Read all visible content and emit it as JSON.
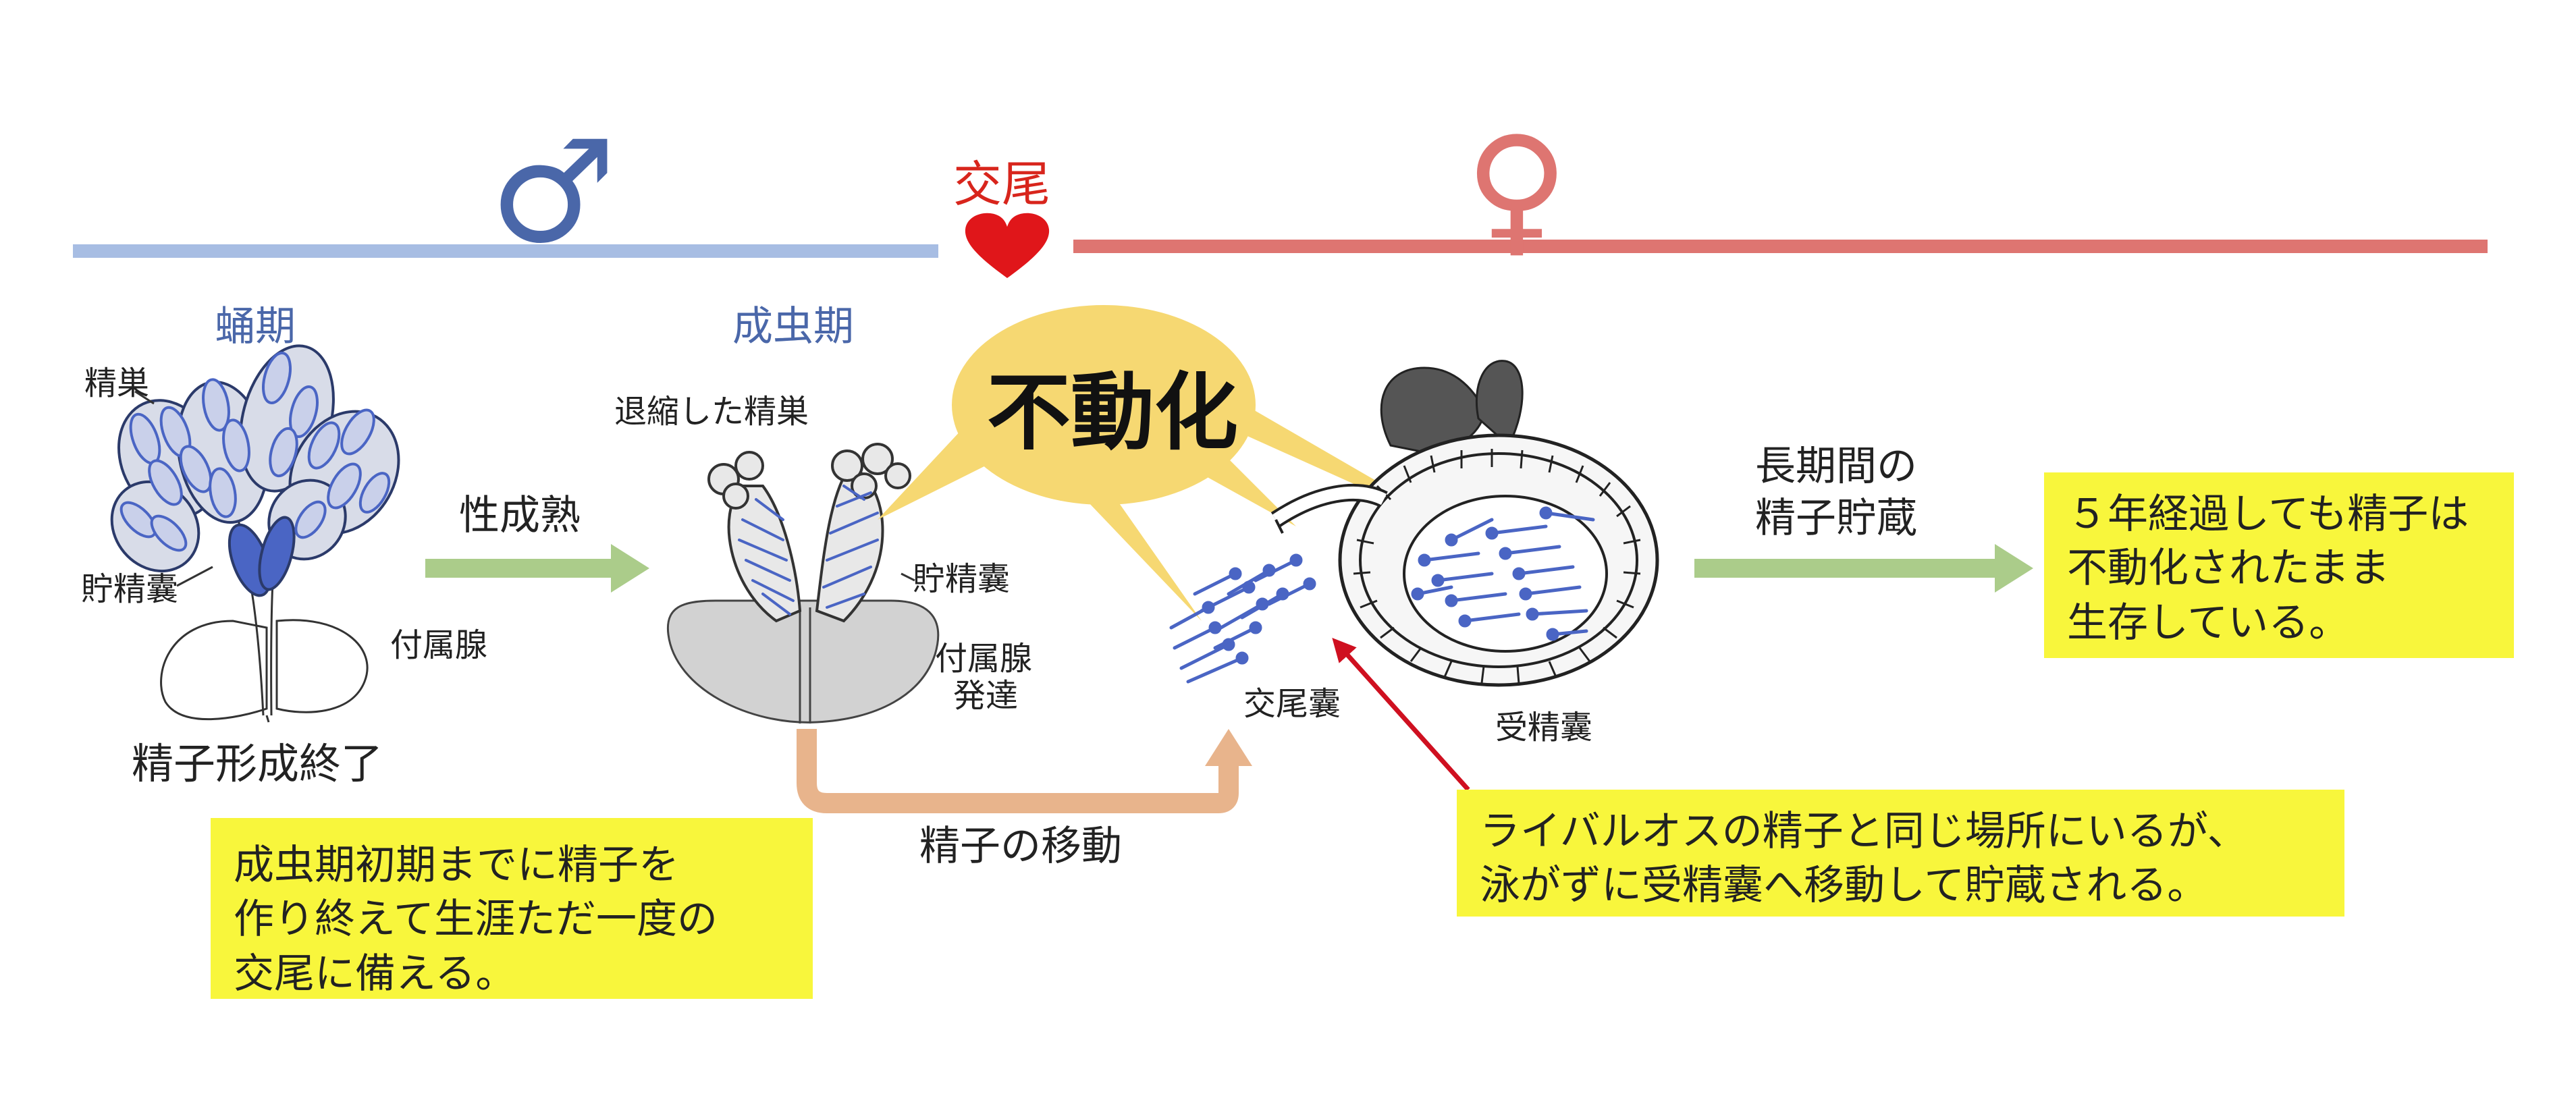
{
  "colors": {
    "male": "#a7bde3",
    "male_text": "#4a67a9",
    "female": "#de7571",
    "copulation": "#d8251c",
    "heart": "#e0161a",
    "arrow_green": "#abcc8a",
    "arrow_orange": "#e8b48c",
    "bubble": "#f6d872",
    "note_bg": "#f8f63c",
    "sperm": "#4a65c4",
    "accessory_gland_mature": "#d2d2d2",
    "red_arrow": "#cf1020"
  },
  "header": {
    "male_symbol": "♂",
    "copulation_label": "交尾",
    "female_symbol": "♀"
  },
  "male": {
    "pupa_stage": "蛹期",
    "adult_stage": "成虫期",
    "testis": "精巣",
    "seminal_vesicle": "貯精囊",
    "accessory_gland": "付属腺",
    "spermatogenesis_done": "精子形成終了",
    "maturation_arrow": "性成熟",
    "regressed_testis": "退縮した精巣",
    "seminal_vesicle_adult": "貯精囊",
    "accessory_gland_developed_1": "付属腺",
    "accessory_gland_developed_2": "発達"
  },
  "transfer": {
    "sperm_movement": "精子の移動",
    "immobilization": "不動化"
  },
  "female": {
    "bursa": "交尾囊",
    "spermatheca": "受精囊",
    "storage_1": "長期間の",
    "storage_2": "精子貯蔵"
  },
  "notes": {
    "male_note": [
      "成虫期初期までに精子を",
      "作り終えて生涯ただ一度の",
      "交尾に備える。"
    ],
    "rival_note": [
      "ライバルオスの精子と同じ場所にいるが、",
      "泳がずに受精囊へ移動して貯蔵される。"
    ],
    "storage_note": [
      "５年経過しても精子は",
      "不動化されたまま",
      "生存している。"
    ]
  }
}
